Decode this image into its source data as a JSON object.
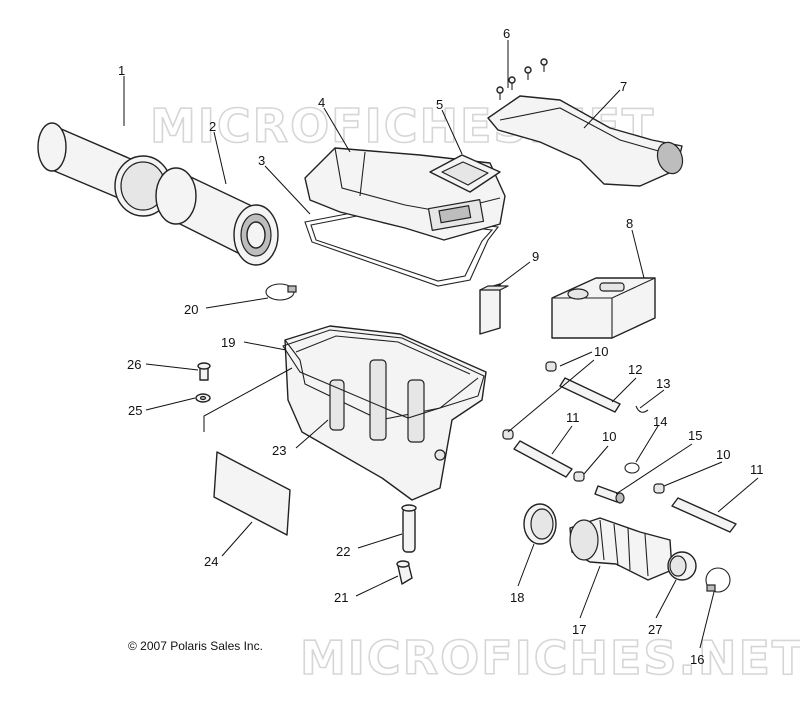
{
  "watermark": "MICROFICHES.NET",
  "copyright": "© 2007 Polaris Sales Inc.",
  "callouts": [
    "1",
    "2",
    "3",
    "4",
    "5",
    "6",
    "7",
    "8",
    "9",
    "10",
    "10",
    "10",
    "11",
    "11",
    "12",
    "13",
    "14",
    "15",
    "16",
    "17",
    "18",
    "19",
    "20",
    "21",
    "22",
    "23",
    "24",
    "25",
    "26",
    "27"
  ]
}
